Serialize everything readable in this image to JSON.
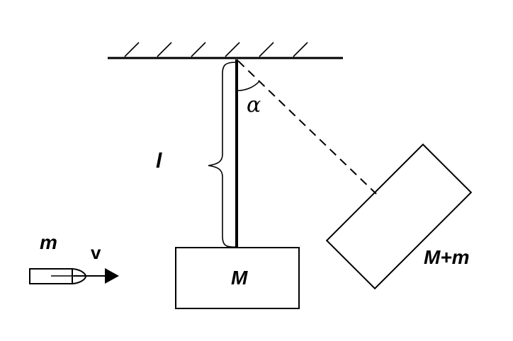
{
  "labels": {
    "angle": "α",
    "length": "l",
    "bullet_mass": "m",
    "velocity": "v",
    "block_mass": "M",
    "combined_mass": "M+m"
  },
  "colors": {
    "ink": "#000000",
    "background": "#ffffff"
  }
}
